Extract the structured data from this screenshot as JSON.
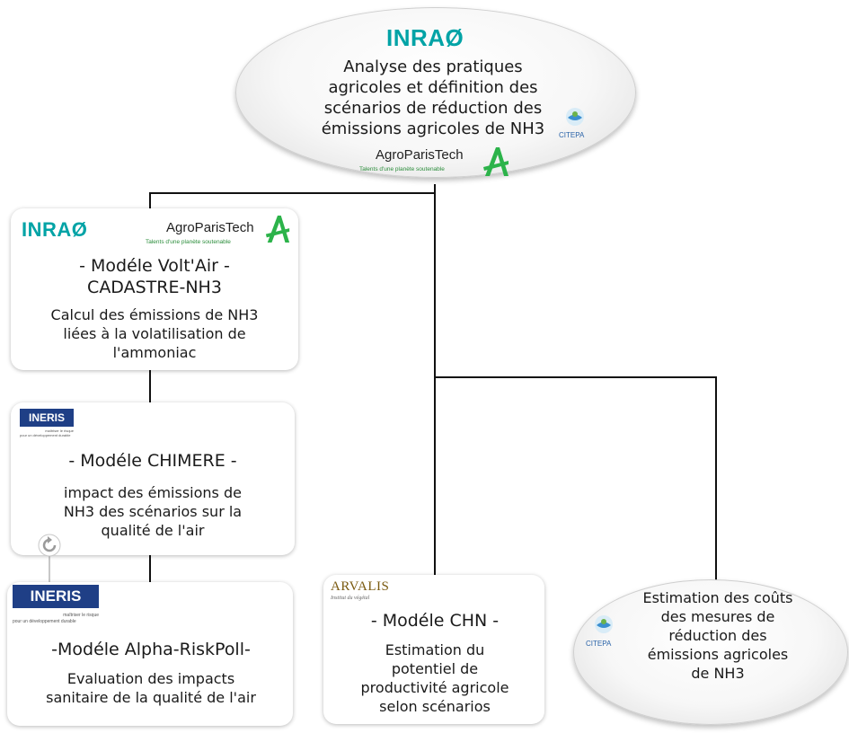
{
  "top": {
    "inrae_logo": "INRAØ",
    "text_lines": [
      "Analyse des pratiques",
      "agricoles et définition des",
      "scénarios de  réduction des",
      "émissions agricoles de NH3"
    ],
    "citepa_logo": "CITEPA",
    "agroparistech_logo": "AgroParisTech",
    "agroparistech_tagline": "Talents d'une planète soutenable"
  },
  "voltair": {
    "inrae_logo": "INRAØ",
    "agroparistech_logo": "AgroParisTech",
    "agroparistech_tagline": "Talents d'une planète soutenable",
    "title_lines": [
      "- Modéle Volt'Air -",
      "CADASTRE-NH3"
    ],
    "desc_lines": [
      "Calcul des émissions de NH3",
      "liées à la volatilisation de",
      "l'ammoniac"
    ]
  },
  "chimere": {
    "ineris_logo": "INERIS",
    "ineris_tagline": [
      "maîtriser le risque",
      "pour un développement durable"
    ],
    "title": "- Modéle CHIMERE -",
    "desc_lines": [
      "impact des émissions de",
      "NH3 des scénarios sur la",
      "qualité de l'air"
    ]
  },
  "alpha": {
    "ineris_logo": "INERIS",
    "ineris_tagline": [
      "maîtriser le risque",
      "pour un développement durable"
    ],
    "title": "-Modéle Alpha-RiskPoll-",
    "desc_lines": [
      "Evaluation des impacts",
      "sanitaire de la qualité de l'air"
    ]
  },
  "chn": {
    "arvalis_logo": "ARVALIS",
    "arvalis_tagline": "Institut du végétal",
    "title": "- Modéle CHN -",
    "desc_lines": [
      "Estimation du",
      "potentiel de",
      "productivité agricole",
      "selon scénarios"
    ]
  },
  "costs": {
    "citepa_logo": "CITEPA",
    "text_lines": [
      "Estimation des coûts",
      "des mesures de",
      "réduction des",
      "émissions agricoles",
      "de NH3"
    ]
  },
  "colors": {
    "inrae": "#00a3a6",
    "agroparistech_green": "#2cb34a",
    "ineris_blue": "#1f3f86",
    "connector": "#111111"
  }
}
